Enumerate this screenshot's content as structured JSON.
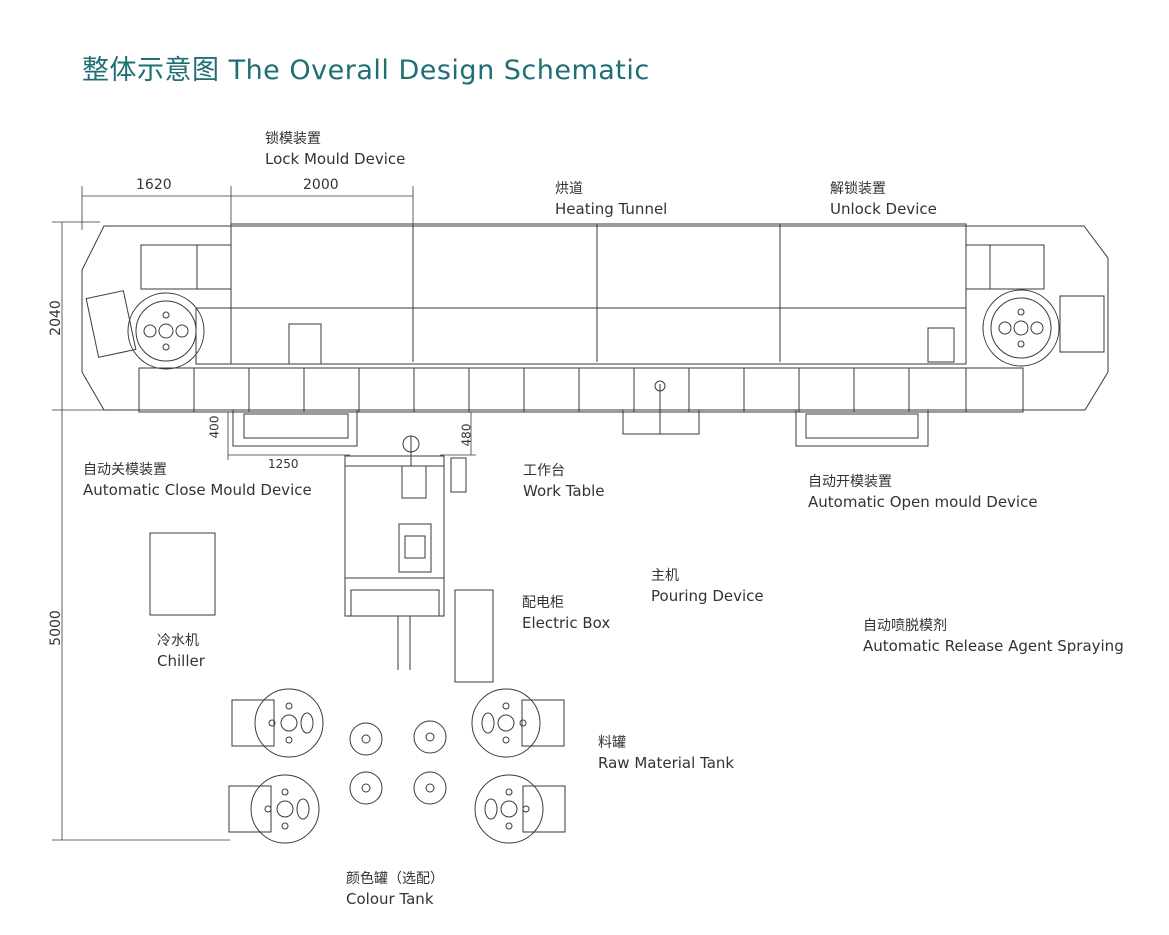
{
  "title": "整体示意图 The Overall Design Schematic",
  "dimensions": {
    "d1620": "1620",
    "d2000": "2000",
    "d2040": "2040",
    "d400": "400",
    "d480": "480",
    "d1250": "1250",
    "d5000": "5000"
  },
  "labels": {
    "lock_mould": {
      "zh": "锁模装置",
      "en": "Lock Mould Device"
    },
    "heating_tunnel": {
      "zh": "烘道",
      "en": "Heating Tunnel"
    },
    "unlock": {
      "zh": "解锁装置",
      "en": "Unlock Device"
    },
    "auto_close": {
      "zh": "自动关模装置",
      "en": "Automatic Close Mould Device"
    },
    "work_table": {
      "zh": "工作台",
      "en": "Work Table"
    },
    "auto_open": {
      "zh": "自动开模装置",
      "en": "Automatic Open mould Device"
    },
    "pouring": {
      "zh": "主机",
      "en": "Pouring Device"
    },
    "electric_box": {
      "zh": "配电柜",
      "en": "Electric Box"
    },
    "release_agent": {
      "zh": "自动喷脱模剂",
      "en": "Automatic Release Agent Spraying"
    },
    "chiller": {
      "zh": "冷水机",
      "en": "Chiller"
    },
    "raw_tank": {
      "zh": "料罐",
      "en": "Raw Material Tank"
    },
    "colour_tank": {
      "zh": "颜色罐（选配）",
      "en": "Colour Tank"
    }
  },
  "colors": {
    "title": "#1e6e75",
    "line": "#3a3a3a",
    "text": "#333333"
  }
}
